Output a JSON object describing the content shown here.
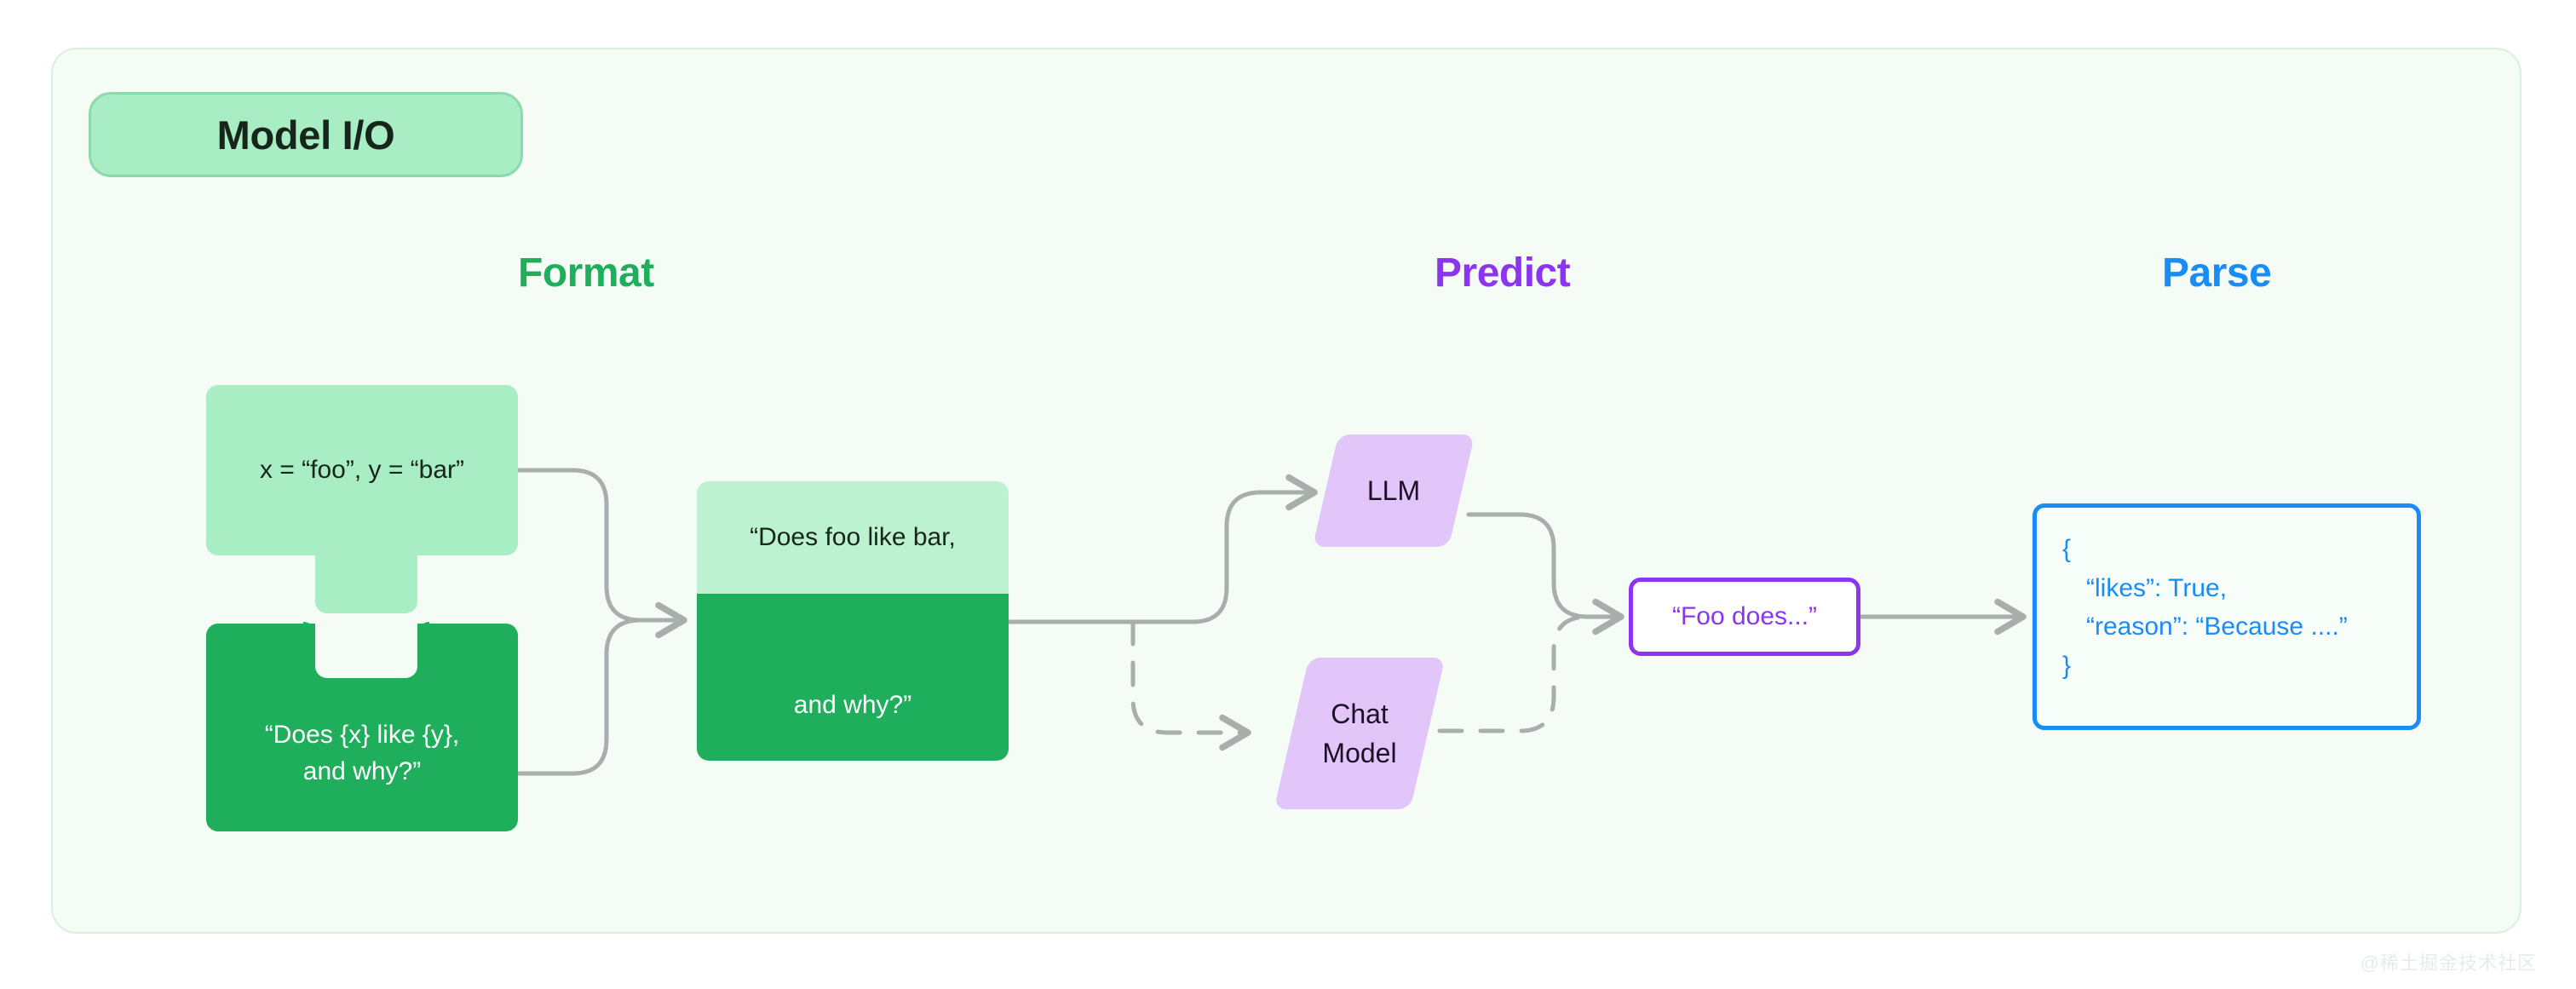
{
  "panel": {
    "title_badge": "Model I/O",
    "background_color": "#f4fcf5",
    "border_color": "#d6f2dd"
  },
  "columns": [
    {
      "name": "format",
      "label": "Format",
      "color": "#1faf5c"
    },
    {
      "name": "predict",
      "label": "Predict",
      "color": "#8b35f0"
    },
    {
      "name": "parse",
      "label": "Parse",
      "color": "#1a8cf5"
    }
  ],
  "format_stage": {
    "variables_piece": {
      "text": "x = “foo”, y = “bar”",
      "fill": "#a9edc4",
      "text_color": "#16261b"
    },
    "template_piece": {
      "text": "“Does {x} like {y},\nand why?”",
      "fill": "#1faf5c",
      "text_color": "#ffffff"
    },
    "merged_piece": {
      "top_text": "“Does foo like bar,",
      "bottom_text": "and why?”",
      "top_fill": "#bdf2d1",
      "bottom_fill": "#1faf5c"
    }
  },
  "predict_stage": {
    "models": [
      {
        "name": "llm",
        "label": "LLM",
        "fill": "#e2c6fa",
        "connector": "solid"
      },
      {
        "name": "chat-model",
        "label": "Chat\nModel",
        "fill": "#e2c6fa",
        "connector": "dashed"
      }
    ],
    "output": {
      "text": "“Foo does...”",
      "border_color": "#8b35f0",
      "text_color": "#8b35f0"
    }
  },
  "parse_stage": {
    "json_lines": [
      "{",
      "“likes”: True,",
      "“reason”: “Because ....”",
      "}"
    ],
    "border_color": "#1a8cf5",
    "text_color": "#1a8cf5"
  },
  "watermark": "@稀土掘金技术社区",
  "connector_color": "#a8aeab"
}
